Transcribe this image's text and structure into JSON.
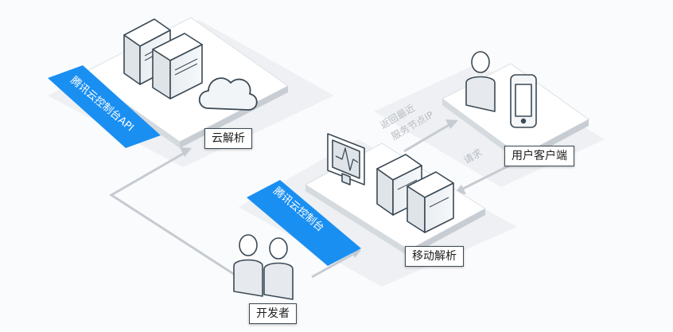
{
  "nodes": {
    "cloud_dns": "云解析",
    "mobile_dns": "移动解析",
    "user_client": "用户客户端",
    "developer": "开发者"
  },
  "banners": {
    "api": "腾讯云控制台API",
    "console": "腾讯云控制台"
  },
  "arrows": {
    "return_nearest": [
      "返回最近",
      "服务节点IP"
    ],
    "request": "请求"
  },
  "colors": {
    "banner": "#1a8ff2",
    "connector": "#c6cbd1",
    "platform_top": "#ffffff",
    "platform_side": "#d5dadf",
    "shadow": "#ebeef1",
    "outline": "#3c4a55"
  }
}
